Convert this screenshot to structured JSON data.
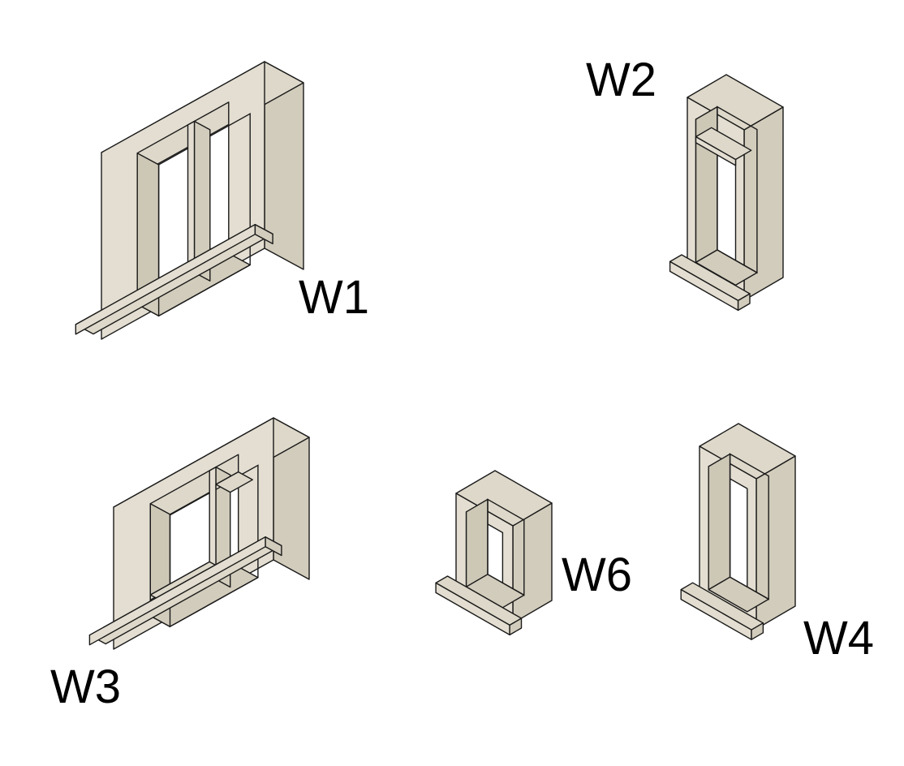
{
  "colors": {
    "front": "#e3ded1",
    "top": "#ddd8c9",
    "side": "#d2ccbc",
    "inner": "#cdc7b6",
    "opening": "#ffffff",
    "stroke": "#1a1a1a"
  },
  "windows": [
    {
      "id": "W1",
      "label": "W1"
    },
    {
      "id": "W2",
      "label": "W2"
    },
    {
      "id": "W3",
      "label": "W3"
    },
    {
      "id": "W4",
      "label": "W4"
    },
    {
      "id": "W6",
      "label": "W6"
    }
  ]
}
